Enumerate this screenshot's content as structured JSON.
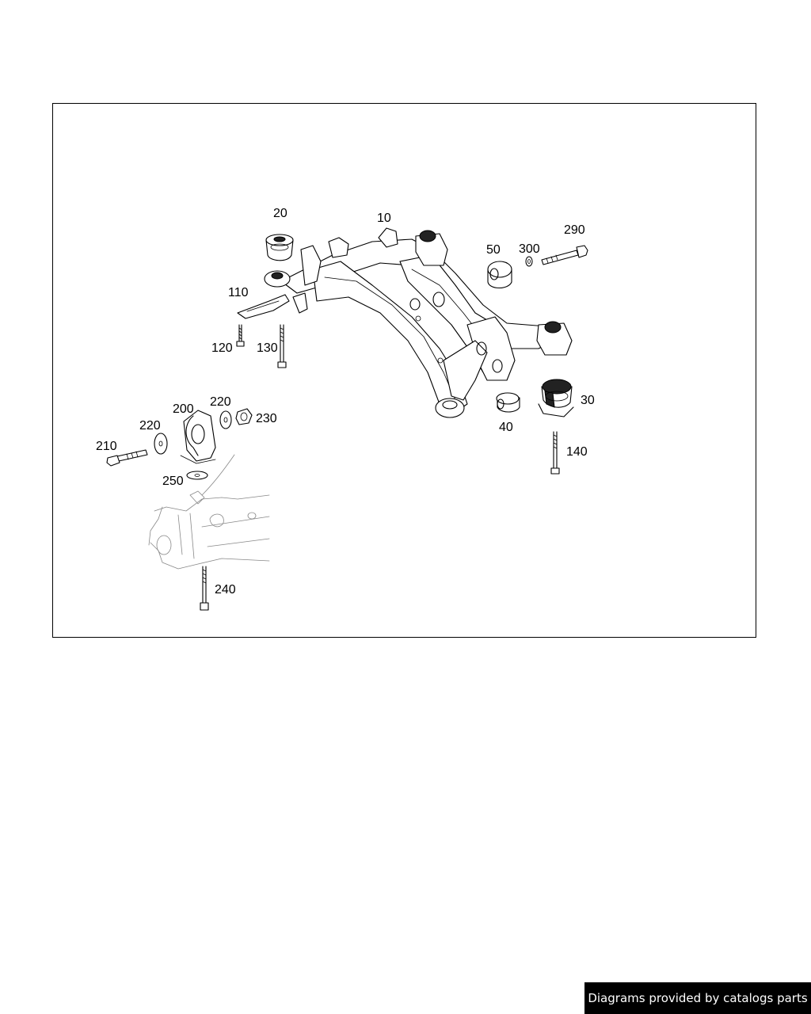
{
  "labels": {
    "p10": "10",
    "p20": "20",
    "p30": "30",
    "p40": "40",
    "p50": "50",
    "p110": "110",
    "p120": "120",
    "p130": "130",
    "p140": "140",
    "p200": "200",
    "p210": "210",
    "p220a": "220",
    "p220b": "220",
    "p230": "230",
    "p240": "240",
    "p250": "250",
    "p290": "290",
    "p300": "300"
  },
  "watermark": "Diagrams provided by catalogs parts"
}
